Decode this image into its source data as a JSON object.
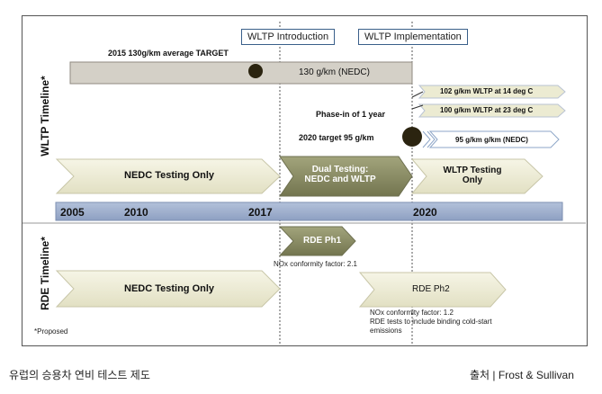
{
  "callouts": {
    "wltp_introduction": "WLTP Introduction",
    "wltp_implementation": "WLTP Implementation"
  },
  "labels": {
    "target_2015": "2015 130g/km average TARGET",
    "nedc_130": "130 g/km (NEDC)",
    "wltp_102": "102 g/km WLTP at 14 deg C",
    "wltp_100": "100 g/km WLTP at 23 deg C",
    "phase_in": "Phase-in of 1 year",
    "target_2020": "2020 target 95 g/km",
    "nedc_95": "95 g/km g/km (NEDC)",
    "nedc_testing_only_1": "NEDC Testing Only",
    "dual_testing_1": "Dual Testing:",
    "dual_testing_2": "NEDC and WLTP",
    "wltp_testing_1": "WLTP Testing",
    "wltp_testing_2": "Only",
    "rde_ph1": "RDE Ph1",
    "nox_21": "NOx conformity factor: 2.1",
    "nedc_testing_only_2": "NEDC Testing Only",
    "rde_ph2": "RDE Ph2",
    "nox_12": "NOx conformity factor: 1.2",
    "rde_note_1": "RDE tests to include binding cold-start",
    "rde_note_2": "emissions",
    "proposed": "*Proposed"
  },
  "sections": {
    "wltp_timeline": "WLTP Timeline*",
    "rde_timeline": "RDE Timeline*"
  },
  "years": [
    "2005",
    "2010",
    "2017",
    "2020"
  ],
  "captions": {
    "left": "유럽의 승용차 연비 테스트 제도",
    "right": "출처 | Frost & Sullivan"
  },
  "colors": {
    "arrow_light": "#ecebd2",
    "arrow_dark": "#8a8c64",
    "year_bar": "#97a9c9",
    "grey_bar": "#d4d0c7"
  }
}
